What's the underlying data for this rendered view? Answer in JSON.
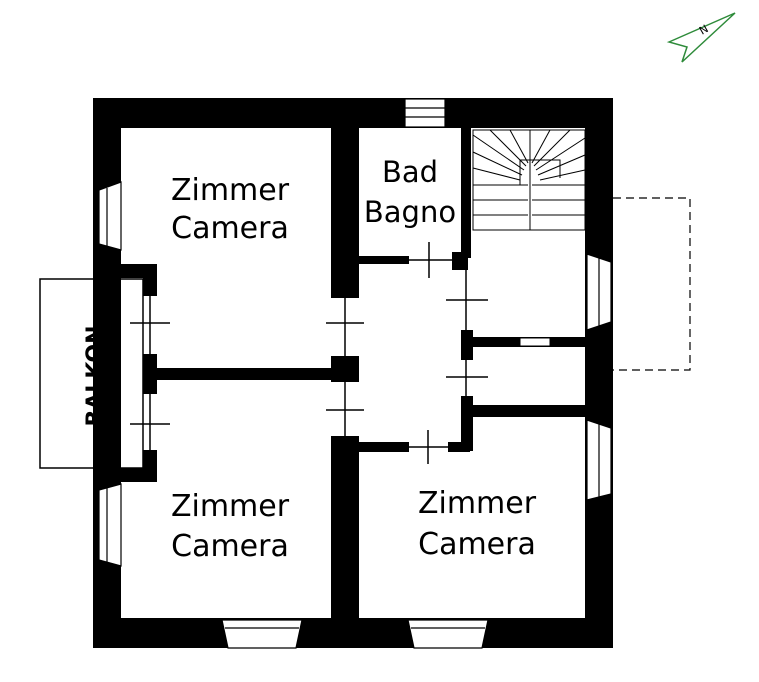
{
  "compass": {
    "letter": "N",
    "color": "#2e8b3a"
  },
  "rooms": {
    "top_left": {
      "line1": "Zimmer",
      "line2": "Camera"
    },
    "bathroom": {
      "line1": "Bad",
      "line2": "Bagno"
    },
    "bottom_left": {
      "line1": "Zimmer",
      "line2": "Camera"
    },
    "bottom_right": {
      "line1": "Zimmer",
      "line2": "Camera"
    }
  },
  "balcony": {
    "label": "BALKON"
  },
  "colors": {
    "wall": "#000000",
    "background": "#ffffff"
  }
}
